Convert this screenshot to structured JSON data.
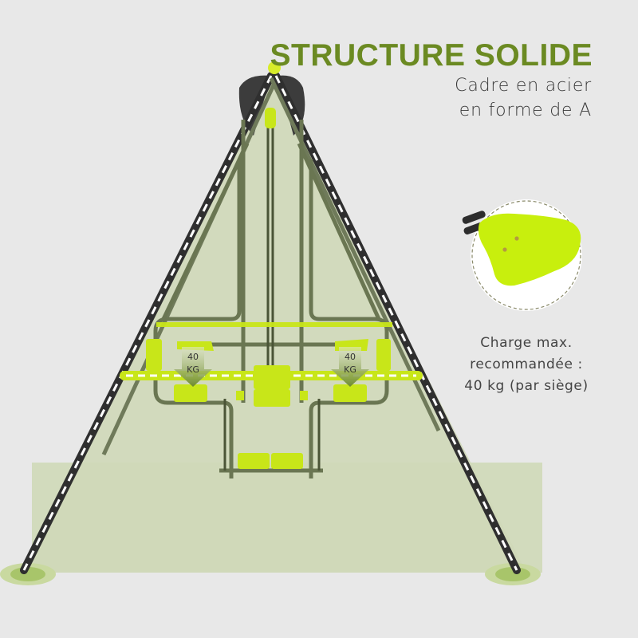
{
  "heading": {
    "title": "STRUCTURE SOLIDE",
    "subtitle_line1": "Cadre en acier",
    "subtitle_line2": "en forme de A"
  },
  "load_info": {
    "line1": "Charge max.",
    "line2": "recommandée :",
    "line3": "40 kg (par siège)"
  },
  "seat_labels": [
    {
      "value": "40",
      "unit": "KG"
    },
    {
      "value": "40",
      "unit": "KG"
    }
  ],
  "colors": {
    "accent_green": "#6b8a22",
    "seat_lime": "#c8e619",
    "frame_shade": "#cfd8b8",
    "background": "#e8e8e8"
  }
}
